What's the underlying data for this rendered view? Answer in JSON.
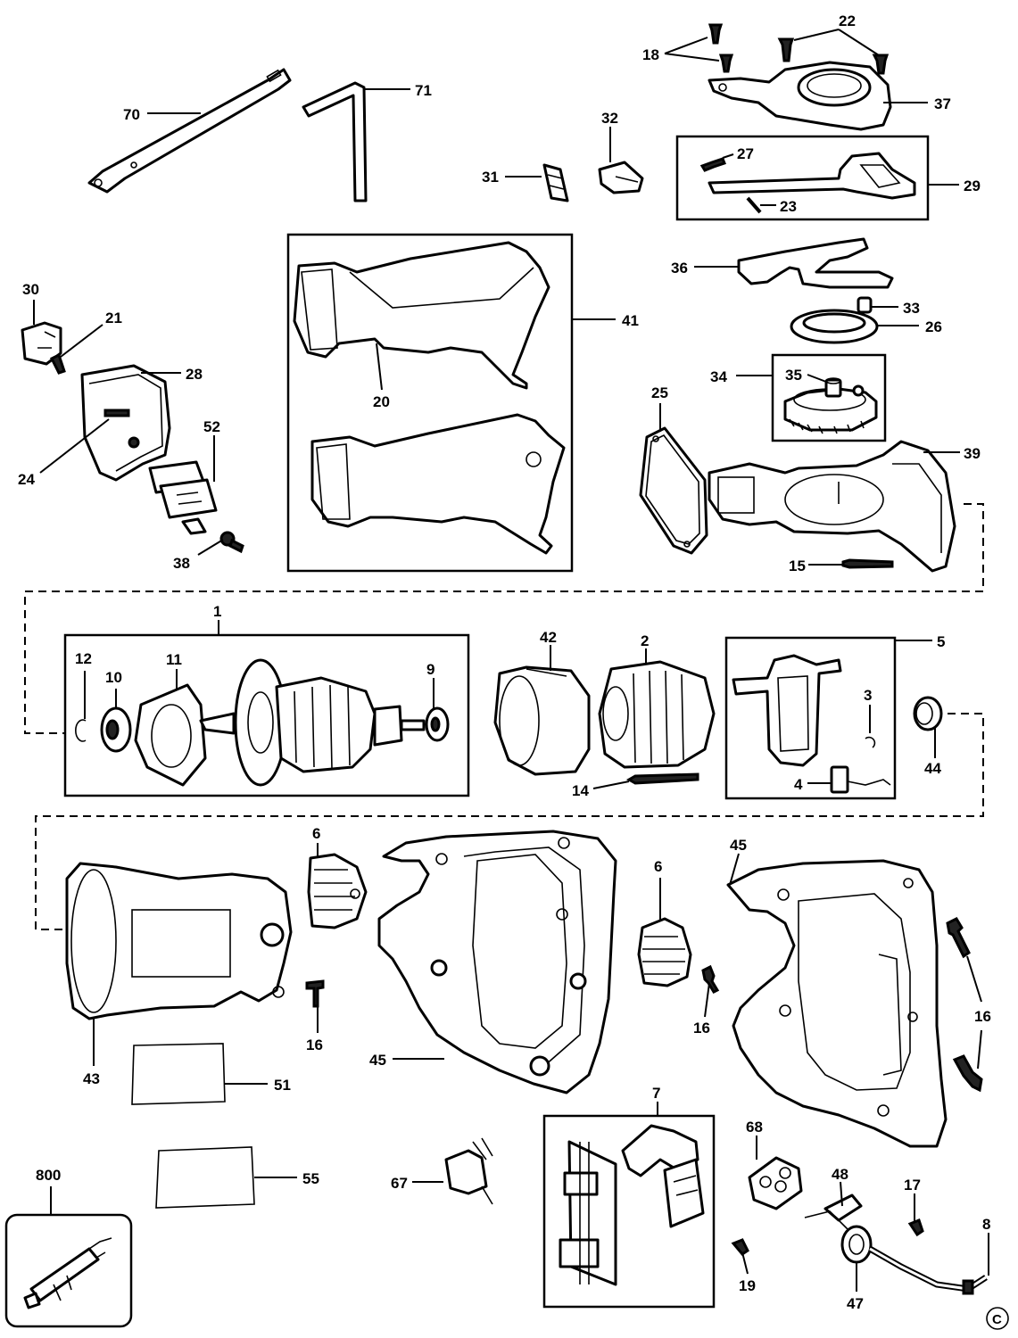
{
  "diagram": {
    "labels": {
      "p1": "1",
      "p2": "2",
      "p3": "3",
      "p4": "4",
      "p5": "5",
      "p6a": "6",
      "p6b": "6",
      "p7": "7",
      "p8": "8",
      "p9": "9",
      "p10": "10",
      "p11": "11",
      "p12": "12",
      "p14": "14",
      "p15": "15",
      "p16a": "16",
      "p16b": "16",
      "p16c": "16",
      "p17": "17",
      "p18": "18",
      "p19": "19",
      "p20": "20",
      "p21": "21",
      "p22": "22",
      "p23": "23",
      "p24": "24",
      "p25": "25",
      "p26": "26",
      "p27": "27",
      "p28": "28",
      "p29": "29",
      "p30": "30",
      "p31": "31",
      "p32": "32",
      "p33": "33",
      "p34": "34",
      "p35": "35",
      "p36": "36",
      "p37": "37",
      "p38": "38",
      "p39": "39",
      "p41": "41",
      "p42": "42",
      "p43": "43",
      "p44": "44",
      "p45a": "45",
      "p45b": "45",
      "p47": "47",
      "p48": "48",
      "p51": "51",
      "p52": "52",
      "p55": "55",
      "p67": "67",
      "p68": "68",
      "p70": "70",
      "p71": "71",
      "p800": "800"
    },
    "copyright": "©"
  }
}
